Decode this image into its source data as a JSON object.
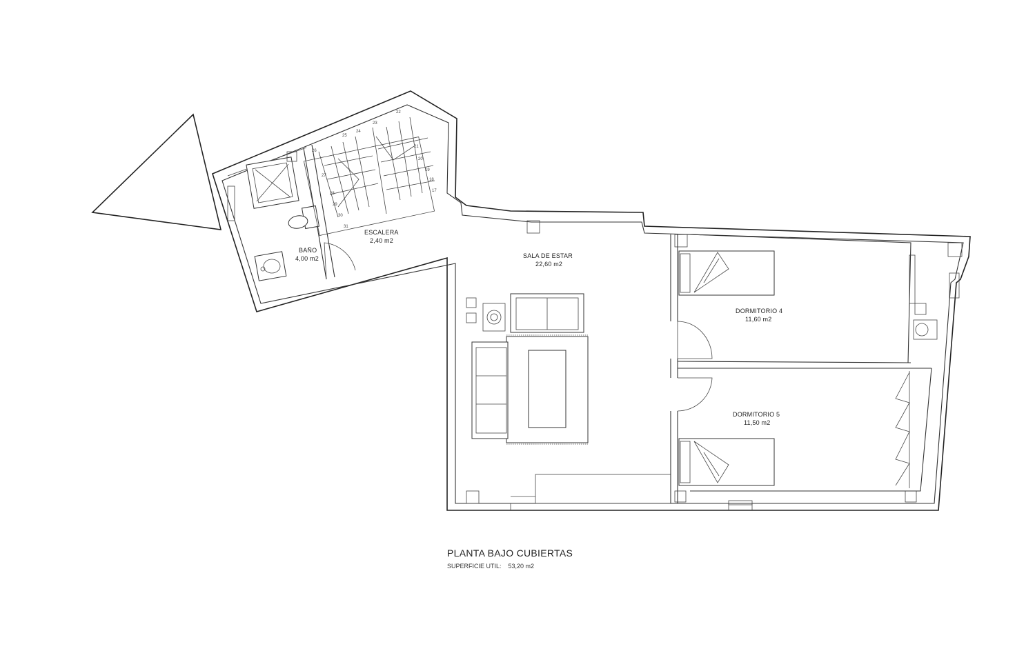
{
  "plan": {
    "title": "PLANTA BAJO CUBIERTAS",
    "surface_label": "SUPERFICIE UTIL:",
    "surface_value": "53,20 m2"
  },
  "rooms": {
    "bano": {
      "name": "BAÑO",
      "area": "4,00 m2"
    },
    "escalera": {
      "name": "ESCALERA",
      "area": "2,40 m2"
    },
    "sala": {
      "name": "SALA DE ESTAR",
      "area": "22,60 m2"
    },
    "dorm4": {
      "name": "DORMITORIO 4",
      "area": "11,60 m2"
    },
    "dorm5": {
      "name": "DORMITORIO 5",
      "area": "11,50 m2"
    }
  },
  "stairs": {
    "steps": [
      "17",
      "18",
      "19",
      "20",
      "21",
      "22",
      "23",
      "24",
      "25",
      "26",
      "27",
      "28",
      "29",
      "30",
      "31"
    ]
  }
}
